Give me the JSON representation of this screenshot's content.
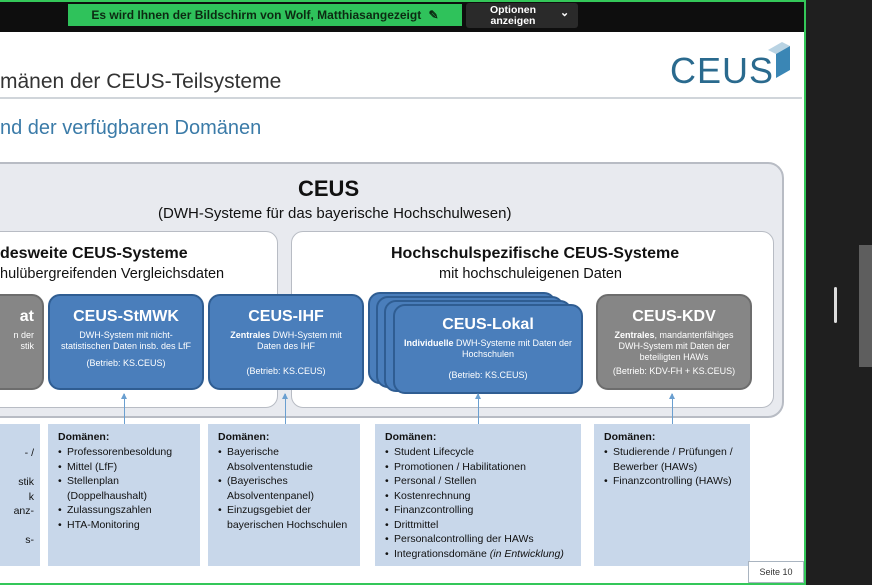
{
  "zoom_bar": {
    "share_notice": "Es wird Ihnen der Bildschirm von  Wolf, Matthiasangezeigt",
    "options_label_line1": "Optionen",
    "options_label_line2": "anzeigen"
  },
  "slide": {
    "title": "mänen der CEUS-Teilsysteme",
    "logo_text": "CEUS",
    "subtitle": "nd der verfügbaren Domänen",
    "page_number": "Seite 10",
    "ceus": {
      "title": "CEUS",
      "subtitle": "(DWH-Systeme für das bayerische Hochschulwesen)"
    },
    "left_group": {
      "title": "desweite CEUS-Systeme",
      "subtitle": "hulübergreifenden Vergleichsdaten"
    },
    "right_group": {
      "title": "Hochschulspezifische CEUS-Systeme",
      "subtitle": "mit hochschuleigenen Daten"
    },
    "boxes": {
      "partial": {
        "title": "at",
        "line1": "n der",
        "line2": "stik"
      },
      "stmwk": {
        "title": "CEUS-StMWK",
        "desc": "DWH-System mit nicht-statistischen Daten insb. des LfF",
        "operator": "(Betrieb: KS.CEUS)"
      },
      "ihf": {
        "title": "CEUS-IHF",
        "desc_bold": "Zentrales",
        "desc": " DWH-System mit Daten des IHF",
        "operator": "(Betrieb: KS.CEUS)"
      },
      "lokal": {
        "title": "CEUS-Lokal",
        "desc_bold": "Individuelle",
        "desc": " DWH-Systeme mit Daten der Hochschulen",
        "operator": "(Betrieb: KS.CEUS)"
      },
      "kdv": {
        "title": "CEUS-KDV",
        "desc_bold": "Zentrales",
        "desc": ", mandantenfähiges DWH-System mit Daten der beteiligten HAWs",
        "operator": "(Betrieb: KDV-FH + KS.CEUS)"
      }
    },
    "domains": {
      "partial": [
        "- /",
        "",
        "stik",
        "k",
        "anz-",
        "",
        "s-"
      ],
      "stmwk": {
        "heading": "Domänen:",
        "items": [
          "Professorenbesoldung",
          "Mittel (LfF)",
          "Stellenplan",
          "(Doppelhaushalt)",
          "Zulassungszahlen",
          "HTA-Monitoring"
        ]
      },
      "ihf": {
        "heading": "Domänen:",
        "items": [
          "Bayerische",
          "Absolventenstudie",
          "(Bayerisches",
          "Absolventenpanel)",
          "Einzugsgebiet der",
          "bayerischen Hochschulen"
        ]
      },
      "lokal": {
        "heading": "Domänen:",
        "items": [
          "Student Lifecycle",
          "Promotionen / Habilitationen",
          "Personal / Stellen",
          "Kostenrechnung",
          "Finanzcontrolling",
          "Drittmittel",
          "Personalcontrolling der HAWs",
          "Integrationsdomäne"
        ],
        "last_note": "(in Entwicklung)"
      },
      "kdv": {
        "heading": "Domänen:",
        "items": [
          "Studierende / Prüfungen /",
          "Bewerber (HAWs)",
          "Finanzcontrolling (HAWs)"
        ]
      }
    }
  },
  "colors": {
    "accent_green": "#2fc25b",
    "box_blue": "#4a7ebb",
    "box_grey": "#868686",
    "domain_bg": "#c8d7ea",
    "title_blue": "#3b7ba8"
  }
}
